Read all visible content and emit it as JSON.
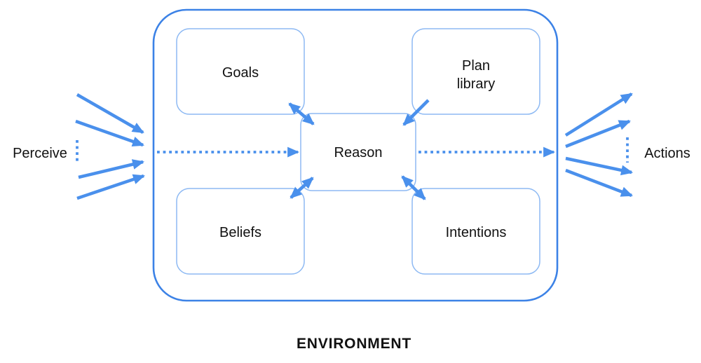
{
  "diagram": {
    "kind": "bdi-agent-architecture",
    "labels": {
      "perceive": "Perceive",
      "actions": "Actions",
      "environment": "ENVIRONMENT"
    },
    "nodes": {
      "goals": {
        "label": "Goals"
      },
      "plan_library": {
        "lines": [
          "Plan",
          "library"
        ]
      },
      "beliefs": {
        "label": "Beliefs"
      },
      "intentions": {
        "label": "Intentions"
      },
      "reason": {
        "label": "Reason"
      }
    },
    "edges": [
      {
        "from": "perceive",
        "to": "agent-boundary",
        "style": "solid",
        "arrow_count": 4,
        "direction": "converging-in"
      },
      {
        "from": "agent-boundary",
        "to": "reason",
        "style": "dotted",
        "direction": "in"
      },
      {
        "from": "goals",
        "to": "reason",
        "style": "solid",
        "bidirectional": true
      },
      {
        "from": "plan_library",
        "to": "reason",
        "style": "solid",
        "bidirectional": false
      },
      {
        "from": "beliefs",
        "to": "reason",
        "style": "solid",
        "bidirectional": true
      },
      {
        "from": "intentions",
        "to": "reason",
        "style": "solid",
        "bidirectional": true
      },
      {
        "from": "reason",
        "to": "agent-boundary",
        "style": "dotted",
        "direction": "out"
      },
      {
        "from": "agent-boundary",
        "to": "actions",
        "style": "solid",
        "arrow_count": 4,
        "direction": "diverging-out"
      }
    ],
    "colors": {
      "outer_border": "#3c82e6",
      "inner_border": "#8db9f3",
      "arrow": "#4a90ec",
      "environment_text": "#4a8ef0",
      "label_text": "#111111"
    }
  }
}
